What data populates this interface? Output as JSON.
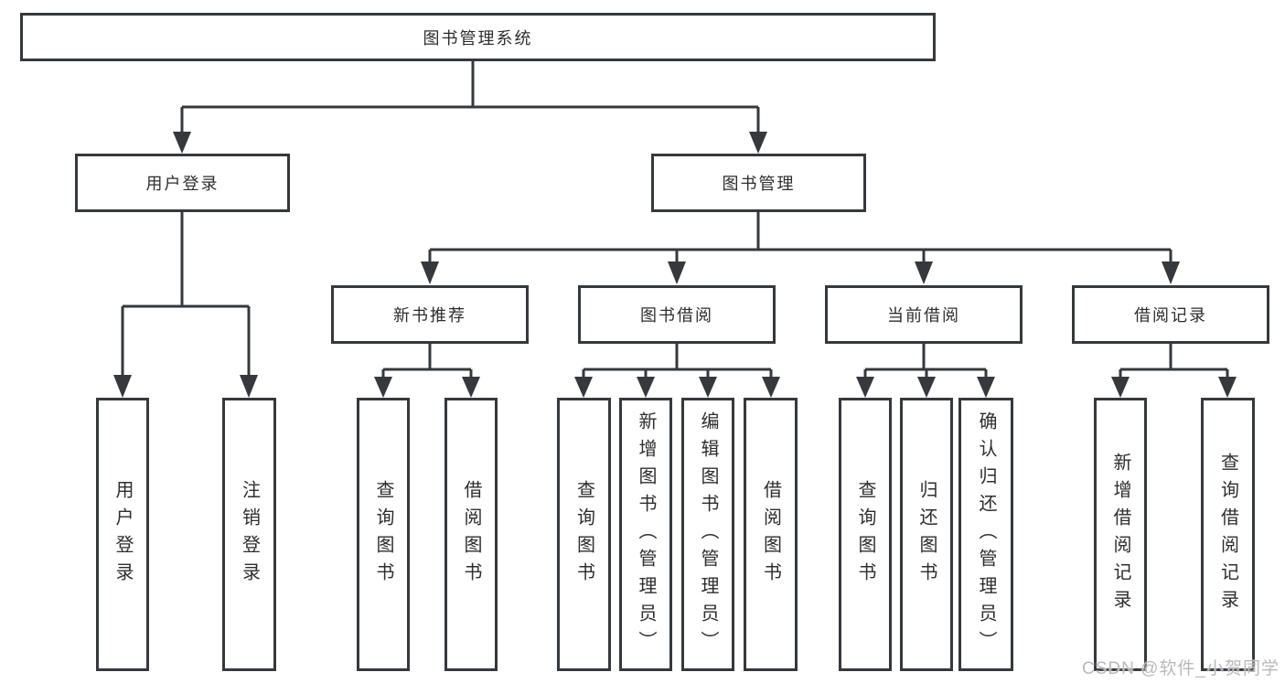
{
  "tree": {
    "label": "图书管理系统",
    "children": [
      {
        "label": "用户登录",
        "children": [
          {
            "label": "用户登录"
          },
          {
            "label": "注销登录"
          }
        ]
      },
      {
        "label": "图书管理",
        "children": [
          {
            "label": "新书推荐",
            "children": [
              {
                "label": "查询图书"
              },
              {
                "label": "借阅图书"
              }
            ]
          },
          {
            "label": "图书借阅",
            "children": [
              {
                "label": "查询图书"
              },
              {
                "label": "新增图书（管理员）"
              },
              {
                "label": "编辑图书（管理员）"
              },
              {
                "label": "借阅图书"
              }
            ]
          },
          {
            "label": "当前借阅",
            "children": [
              {
                "label": "查询图书"
              },
              {
                "label": "归还图书"
              },
              {
                "label": "确认归还（管理员）"
              }
            ]
          },
          {
            "label": "借阅记录",
            "children": [
              {
                "label": "新增借阅记录"
              },
              {
                "label": "查询借阅记录"
              }
            ]
          }
        ]
      }
    ]
  },
  "watermark": {
    "text": "CSDN @软件_小贺同学"
  },
  "colors": {
    "ink": "#35383d",
    "text": "#2d2d2d",
    "watermark": "#b9b9b9",
    "background": "#ffffff"
  }
}
